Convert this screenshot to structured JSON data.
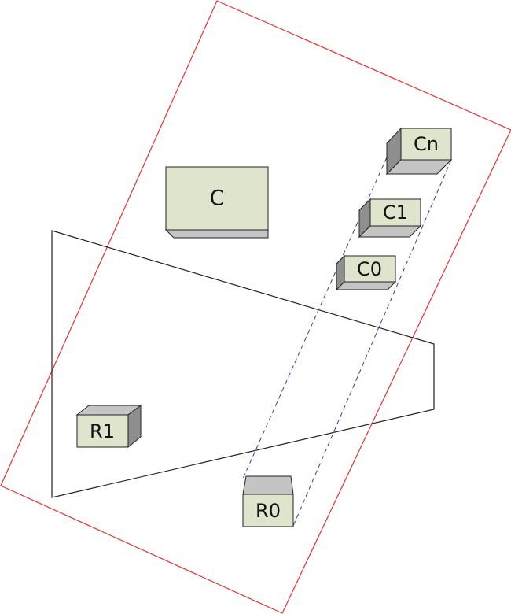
{
  "diagram": {
    "colors": {
      "plane": "#e8312f",
      "frustum": "#222222",
      "projection": "#3a3aa8",
      "box_front": "#dfe4cc",
      "box_top": "#c4c4c4",
      "box_side": "#8e8e8e",
      "box_stroke": "#222222"
    },
    "boxes": {
      "C": {
        "label": "C"
      },
      "Cn": {
        "label": "Cn"
      },
      "C1": {
        "label": "C1"
      },
      "C0": {
        "label": "C0"
      },
      "R1": {
        "label": "R1"
      },
      "R0": {
        "label": "R0"
      }
    }
  }
}
